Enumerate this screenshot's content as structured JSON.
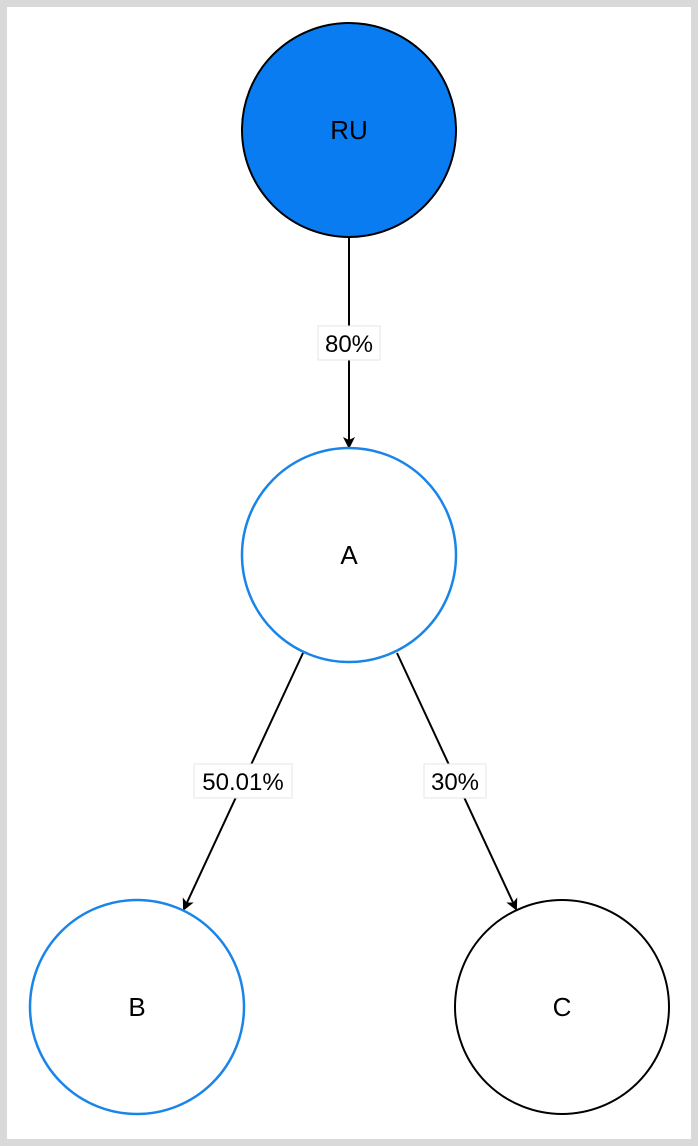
{
  "nodes": {
    "ru": {
      "label": "RU",
      "fill": "#0a7cf2",
      "stroke": "#000000"
    },
    "a": {
      "label": "A",
      "fill": "#ffffff",
      "stroke": "#1a85e8"
    },
    "b": {
      "label": "B",
      "fill": "#ffffff",
      "stroke": "#1a85e8"
    },
    "c": {
      "label": "C",
      "fill": "#ffffff",
      "stroke": "#000000"
    }
  },
  "edges": {
    "ru_a": {
      "label": "80%"
    },
    "a_b": {
      "label": "50.01%"
    },
    "a_c": {
      "label": "30%"
    }
  },
  "colors": {
    "arrow": "#000000",
    "frame": "#d9d9d9"
  }
}
